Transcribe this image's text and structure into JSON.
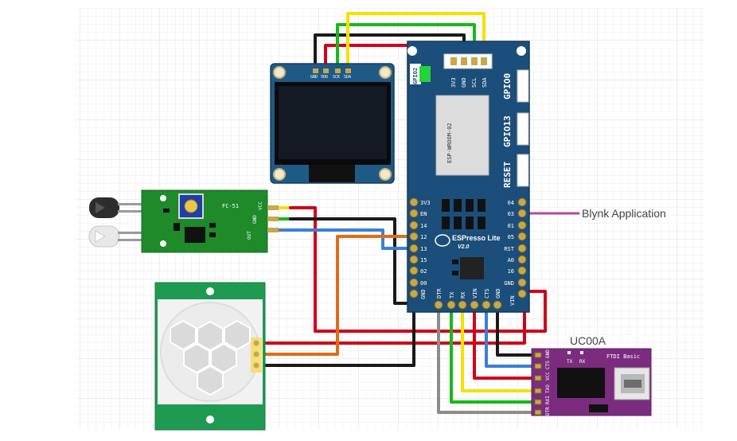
{
  "annotations": {
    "blynk": "Blynk Application",
    "ftdi_title": "UC00A"
  },
  "esp_board": {
    "brand": "ESPresso Lite",
    "version": "V2.0",
    "module": "ESP-WROOM-02",
    "buttons": [
      "GPIO0",
      "GPIO13",
      "RESET"
    ],
    "led_label": "GPIO2",
    "top_pins": [
      "3V3",
      "GND",
      "SCL",
      "SDA"
    ],
    "left_pins": [
      "3V3",
      "EN",
      "14",
      "12",
      "13",
      "15",
      "02",
      "00",
      "GND"
    ],
    "right_pins": [
      "04",
      "03",
      "01",
      "05",
      "RST",
      "A0",
      "16",
      "GND",
      "VIN"
    ],
    "bottom_pins": [
      "DTR",
      "TX",
      "RX",
      "VIN",
      "CTS",
      "GND"
    ]
  },
  "oled": {
    "pins": [
      "GND",
      "VDD",
      "SCK",
      "SDA"
    ]
  },
  "ir_sensor": {
    "model": "FC-51",
    "pins": [
      "OUT",
      "GND",
      "VCC"
    ]
  },
  "ftdi": {
    "board_label": "FTDI Basic",
    "tx_label": "TX",
    "rx_label": "RX",
    "pins": [
      "DTR",
      "RXI",
      "TXO",
      "VCC",
      "CTS",
      "GND"
    ]
  },
  "colors": {
    "wire_red": "#d0021b",
    "wire_black": "#1a1a1a",
    "wire_yellow": "#f5e000",
    "wire_green": "#18b818",
    "wire_blue": "#3a7fd5",
    "wire_orange": "#e06c1b",
    "wire_gray": "#8c8c8c",
    "wire_purple": "#b04a9a",
    "esp_board": "#1b4e7a",
    "oled_board": "#1f5a86",
    "ir_board": "#1e8a2a",
    "ftdi_board": "#7b2c7f",
    "pir_board": "#1f9a52"
  }
}
